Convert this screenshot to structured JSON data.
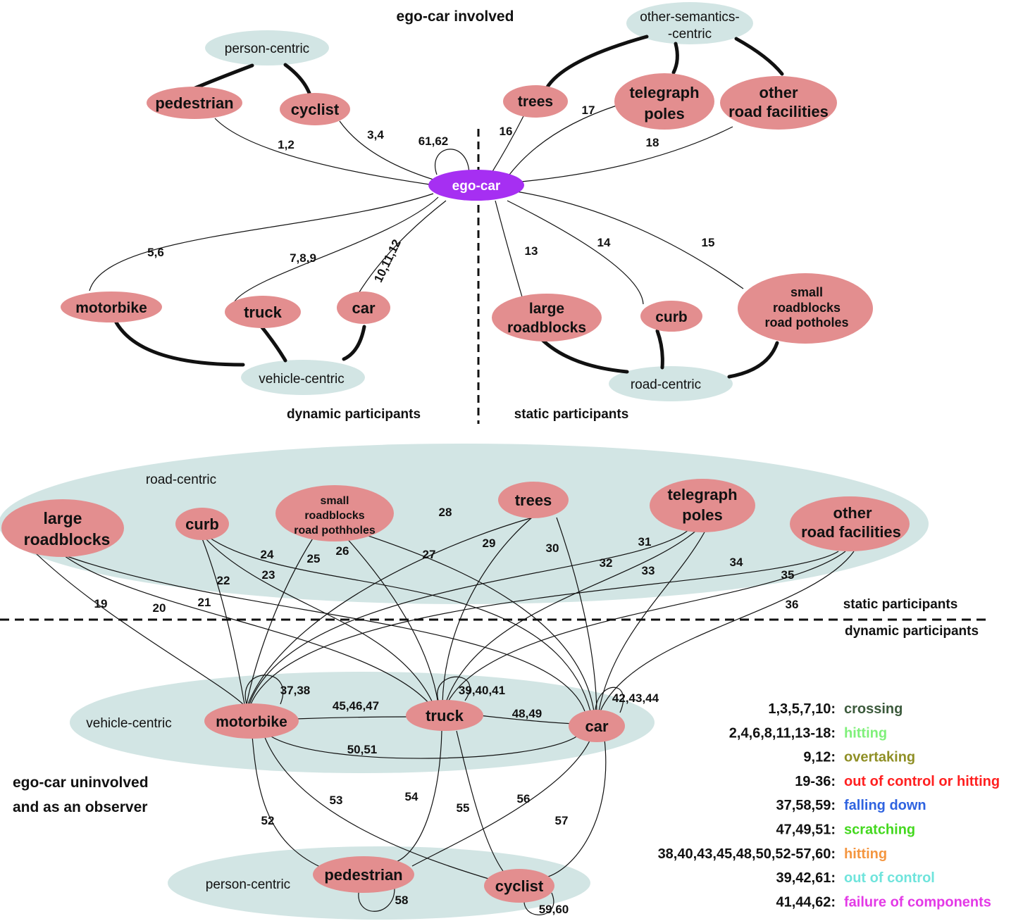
{
  "colors": {
    "entity_fill": "#e38e8f",
    "group_fill": "#d2e5e4",
    "ego_fill": "#a62ff2",
    "edge": "#111111"
  },
  "titles": {
    "top": "ego-car involved",
    "dyn_top": "dynamic participants",
    "static_top": "static participants",
    "static_bottom": "static participants",
    "dyn_bottom": "dynamic participants",
    "observer_1": "ego-car uninvolved",
    "observer_2": "and as an observer"
  },
  "groups": {
    "person_top": "person-centric",
    "other_sem_1": "other-semantics-",
    "other_sem_2": "-centric",
    "vehicle_top": "vehicle-centric",
    "road_top": "road-centric",
    "road_bottom": "road-centric",
    "vehicle_bottom": "vehicle-centric",
    "person_bottom": "person-centric"
  },
  "nodes": {
    "ego": "ego-car",
    "pedestrian": "pedestrian",
    "cyclist": "cyclist",
    "trees": "trees",
    "telegraph_1": "telegraph",
    "telegraph_2": "poles",
    "other_rf_1": "other",
    "other_rf_2": "road facilities",
    "motorbike": "motorbike",
    "truck": "truck",
    "car": "car",
    "large_rb_1": "large",
    "large_rb_2": "roadblocks",
    "curb": "curb",
    "small_rb_1": "small",
    "small_rb_2": "roadblocks",
    "small_rb_3": "road potholes",
    "b_large_1": "large",
    "b_large_2": "roadblocks",
    "b_curb": "curb",
    "b_small_1": "small",
    "b_small_2": "roadblocks",
    "b_small_3": "road pothholes",
    "b_trees": "trees",
    "b_tele_1": "telegraph",
    "b_tele_2": "poles",
    "b_other_1": "other",
    "b_other_2": "road facilities",
    "b_motorbike": "motorbike",
    "b_truck": "truck",
    "b_car": "car",
    "b_pedestrian": "pedestrian",
    "b_cyclist": "cyclist"
  },
  "edge_labels": {
    "e1": "1,2",
    "e2": "3,4",
    "e3": "61,62",
    "e4": "16",
    "e5": "17",
    "e6": "18",
    "e7": "5,6",
    "e8": "7,8,9",
    "e9": "10,11,12",
    "e10": "13",
    "e11": "14",
    "e12": "15",
    "e13": "19",
    "e14": "20",
    "e15": "21",
    "e16": "22",
    "e17": "23",
    "e18": "24",
    "e19": "25",
    "e20": "26",
    "e21": "27",
    "e22": "28",
    "e23": "29",
    "e24": "30",
    "e25": "31",
    "e26": "32",
    "e27": "33",
    "e28": "34",
    "e29": "35",
    "e30": "36",
    "e31": "37,38",
    "e32": "39,40,41",
    "e33": "42,43,44",
    "e34": "45,46,47",
    "e35": "48,49",
    "e36": "50,51",
    "e37": "52",
    "e38": "53",
    "e39": "54",
    "e40": "55",
    "e41": "56",
    "e42": "57",
    "e43": "58",
    "e44": "59,60"
  },
  "legend": [
    {
      "key": "1,3,5,7,10:",
      "value": "crossing",
      "color": "#3c5a3c"
    },
    {
      "key": "2,4,6,8,11,13-18:",
      "value": "hitting",
      "color": "#7ff07a"
    },
    {
      "key": "9,12:",
      "value": "overtaking",
      "color": "#8f8f25"
    },
    {
      "key": "19-36:",
      "value": "out of control or hitting",
      "color": "#ff2020"
    },
    {
      "key": "37,58,59:",
      "value": "falling down",
      "color": "#2f63e0"
    },
    {
      "key": "47,49,51:",
      "value": "scratching",
      "color": "#43d81e"
    },
    {
      "key": "38,40,43,45,48,50,52-57,60:",
      "value": "hitting",
      "color": "#f49640"
    },
    {
      "key": "39,42,61:",
      "value": "out of control",
      "color": "#6fe4dc"
    },
    {
      "key": "41,44,62:",
      "value": "failure of components",
      "color": "#e339e6"
    }
  ]
}
